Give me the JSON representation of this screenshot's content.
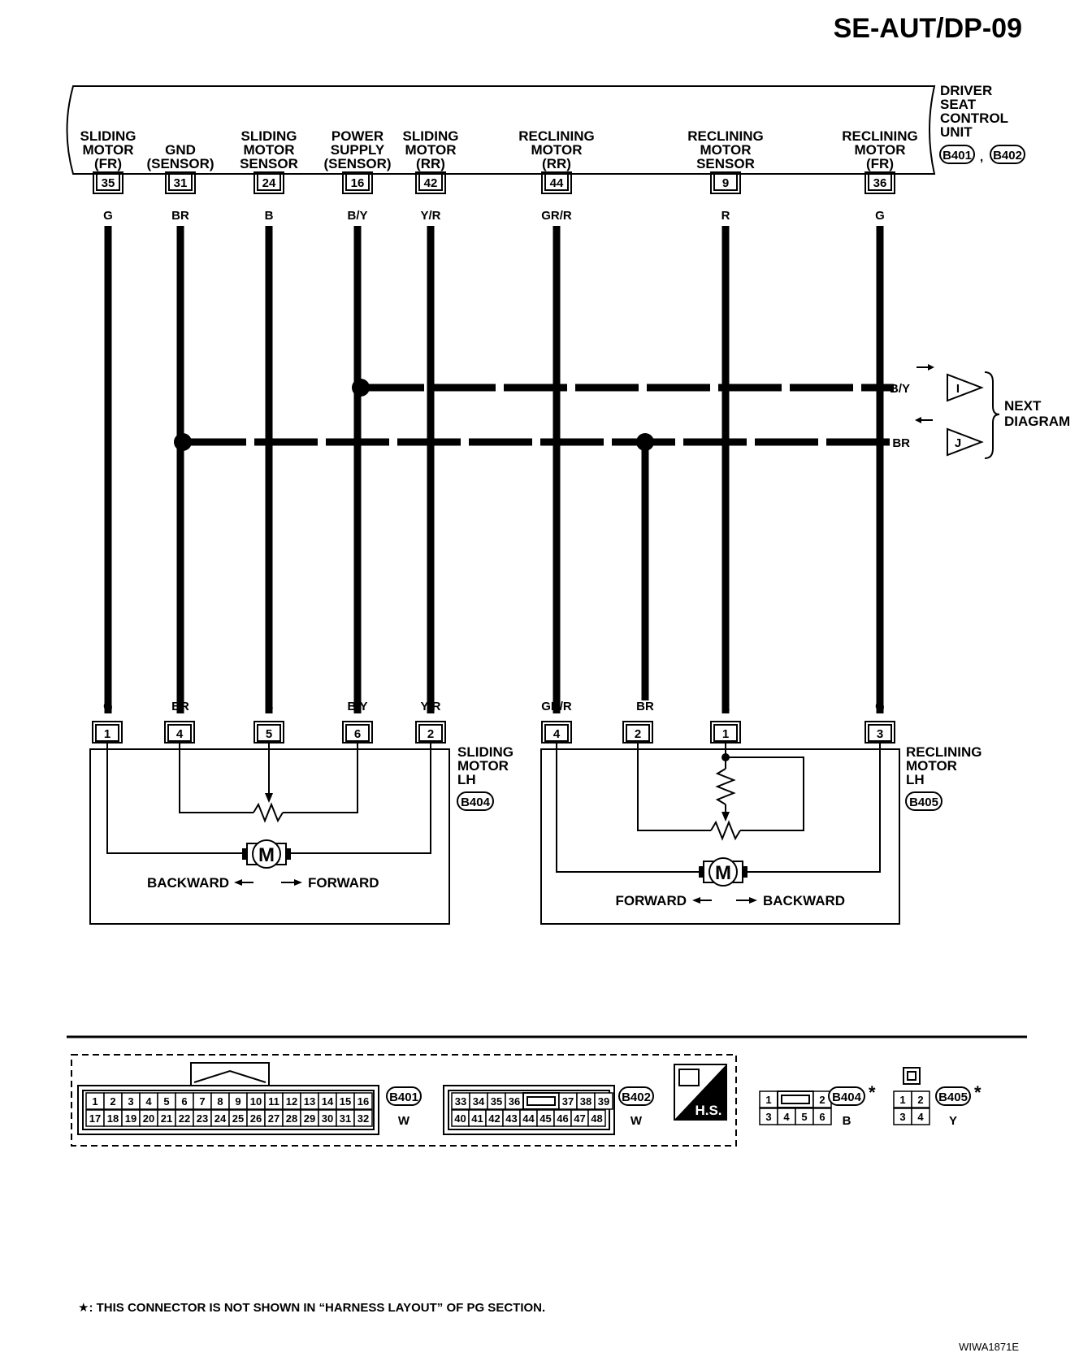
{
  "page_code": "SE-AUT/DP-09",
  "control_unit": {
    "name_lines": [
      "DRIVER",
      "SEAT",
      "CONTROL",
      "UNIT"
    ],
    "connectors": [
      "B401",
      "B402"
    ],
    "connector_separator": ","
  },
  "terminals": [
    {
      "id": "t35",
      "lines": [
        "SLIDING",
        "MOTOR",
        "(FR)"
      ],
      "pin": "35",
      "color": "G",
      "bottom_color": "G"
    },
    {
      "id": "t31",
      "lines": [
        "GND",
        "(SENSOR)"
      ],
      "pin": "31",
      "color": "BR",
      "bottom_color": "BR"
    },
    {
      "id": "t24",
      "lines": [
        "SLIDING",
        "MOTOR",
        "SENSOR"
      ],
      "pin": "24",
      "color": "B",
      "bottom_color": "B"
    },
    {
      "id": "t16",
      "lines": [
        "POWER",
        "SUPPLY",
        "(SENSOR)"
      ],
      "pin": "16",
      "color": "B/Y",
      "bottom_color": "B/Y"
    },
    {
      "id": "t42",
      "lines": [
        "SLIDING",
        "MOTOR",
        "(RR)"
      ],
      "pin": "42",
      "color": "Y/R",
      "bottom_color": "Y/R"
    },
    {
      "id": "t44",
      "lines": [
        "RECLINING",
        "MOTOR",
        "(RR)"
      ],
      "pin": "44",
      "color": "GR/R",
      "bottom_color": "GR/R"
    },
    {
      "id": "t9",
      "lines": [
        "RECLINING",
        "MOTOR",
        "SENSOR"
      ],
      "pin": "9",
      "color": "R",
      "bottom_color": "R"
    },
    {
      "id": "t36",
      "lines": [
        "RECLINING",
        "MOTOR",
        "(FR)"
      ],
      "pin": "36",
      "color": "G",
      "bottom_color": "G"
    }
  ],
  "extra_wire_color": "BR",
  "next_diagram": {
    "label_lines": [
      "NEXT",
      "DIAGRAM"
    ],
    "links": [
      {
        "color": "B/Y",
        "letter": "I"
      },
      {
        "color": "BR",
        "letter": "J"
      }
    ]
  },
  "sliding_motor": {
    "name_lines": [
      "SLIDING",
      "MOTOR",
      "LH"
    ],
    "connector": "B404",
    "pins": [
      "1",
      "4",
      "5",
      "6",
      "2"
    ],
    "motor_symbol": "M",
    "dir_left": "BACKWARD",
    "dir_right": "FORWARD"
  },
  "reclining_motor": {
    "name_lines": [
      "RECLINING",
      "MOTOR",
      "LH"
    ],
    "connector": "B405",
    "pins": [
      "4",
      "2",
      "1",
      "3"
    ],
    "motor_symbol": "M",
    "dir_left": "FORWARD",
    "dir_right": "BACKWARD"
  },
  "connector_views": {
    "b401": {
      "id": "B401",
      "color": "W",
      "row1": [
        "1",
        "2",
        "3",
        "4",
        "5",
        "6",
        "7",
        "8",
        "9",
        "10",
        "11",
        "12",
        "13",
        "14",
        "15",
        "16"
      ],
      "row2": [
        "17",
        "18",
        "19",
        "20",
        "21",
        "22",
        "23",
        "24",
        "25",
        "26",
        "27",
        "28",
        "29",
        "30",
        "31",
        "32"
      ]
    },
    "b402": {
      "id": "B402",
      "color": "W",
      "row1": [
        "33",
        "34",
        "35",
        "36",
        "",
        "37",
        "38",
        "39"
      ],
      "row2": [
        "40",
        "41",
        "42",
        "43",
        "44",
        "45",
        "46",
        "47",
        "48"
      ]
    },
    "hs_label": "H.S.",
    "b404": {
      "id": "B404",
      "color": "B",
      "row1": [
        "1",
        "",
        "2"
      ],
      "row2": [
        "3",
        "4",
        "5",
        "6"
      ]
    },
    "b405": {
      "id": "B405",
      "color": "Y",
      "row1": [
        "1",
        "2"
      ],
      "row2": [
        "3",
        "4"
      ]
    },
    "star": "*"
  },
  "footnote": "★: THIS CONNECTOR IS NOT SHOWN IN “HARNESS LAYOUT” OF PG SECTION.",
  "figure_code": "WIWA1871E"
}
